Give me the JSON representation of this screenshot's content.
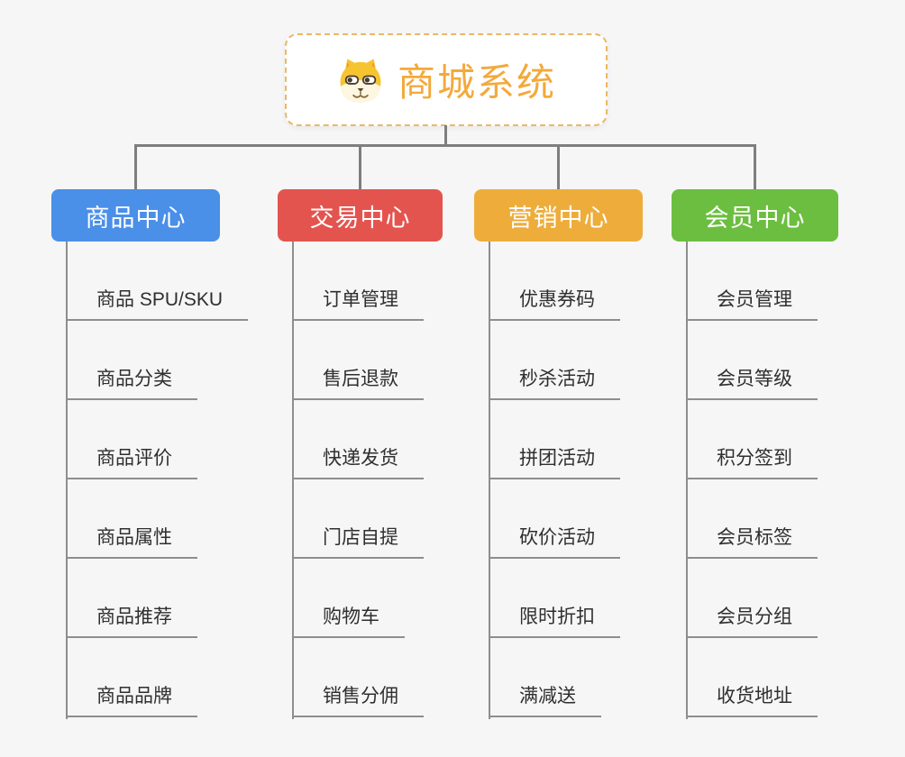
{
  "root": {
    "title": "商城系统",
    "icon": "shiba-dog-icon",
    "title_color": "#f3a93c"
  },
  "branches": [
    {
      "id": "product-center",
      "label": "商品中心",
      "color": "#4a8fe8",
      "children": [
        "商品 SPU/SKU",
        "商品分类",
        "商品评价",
        "商品属性",
        "商品推荐",
        "商品品牌"
      ]
    },
    {
      "id": "trade-center",
      "label": "交易中心",
      "color": "#e4544f",
      "children": [
        "订单管理",
        "售后退款",
        "快递发货",
        "门店自提",
        "购物车",
        "销售分佣"
      ]
    },
    {
      "id": "marketing-center",
      "label": "营销中心",
      "color": "#eead3b",
      "children": [
        "优惠券码",
        "秒杀活动",
        "拼团活动",
        "砍价活动",
        "限时折扣",
        "满减送"
      ]
    },
    {
      "id": "member-center",
      "label": "会员中心",
      "color": "#6cbe40",
      "children": [
        "会员管理",
        "会员等级",
        "积分签到",
        "会员标签",
        "会员分组",
        "收货地址"
      ]
    }
  ],
  "colors": {
    "background": "#f6f6f6",
    "connector": "#7e7e7e",
    "spine": "#8e8e8e",
    "root_border": "#ecb765",
    "item_text": "#2f2f2f"
  }
}
